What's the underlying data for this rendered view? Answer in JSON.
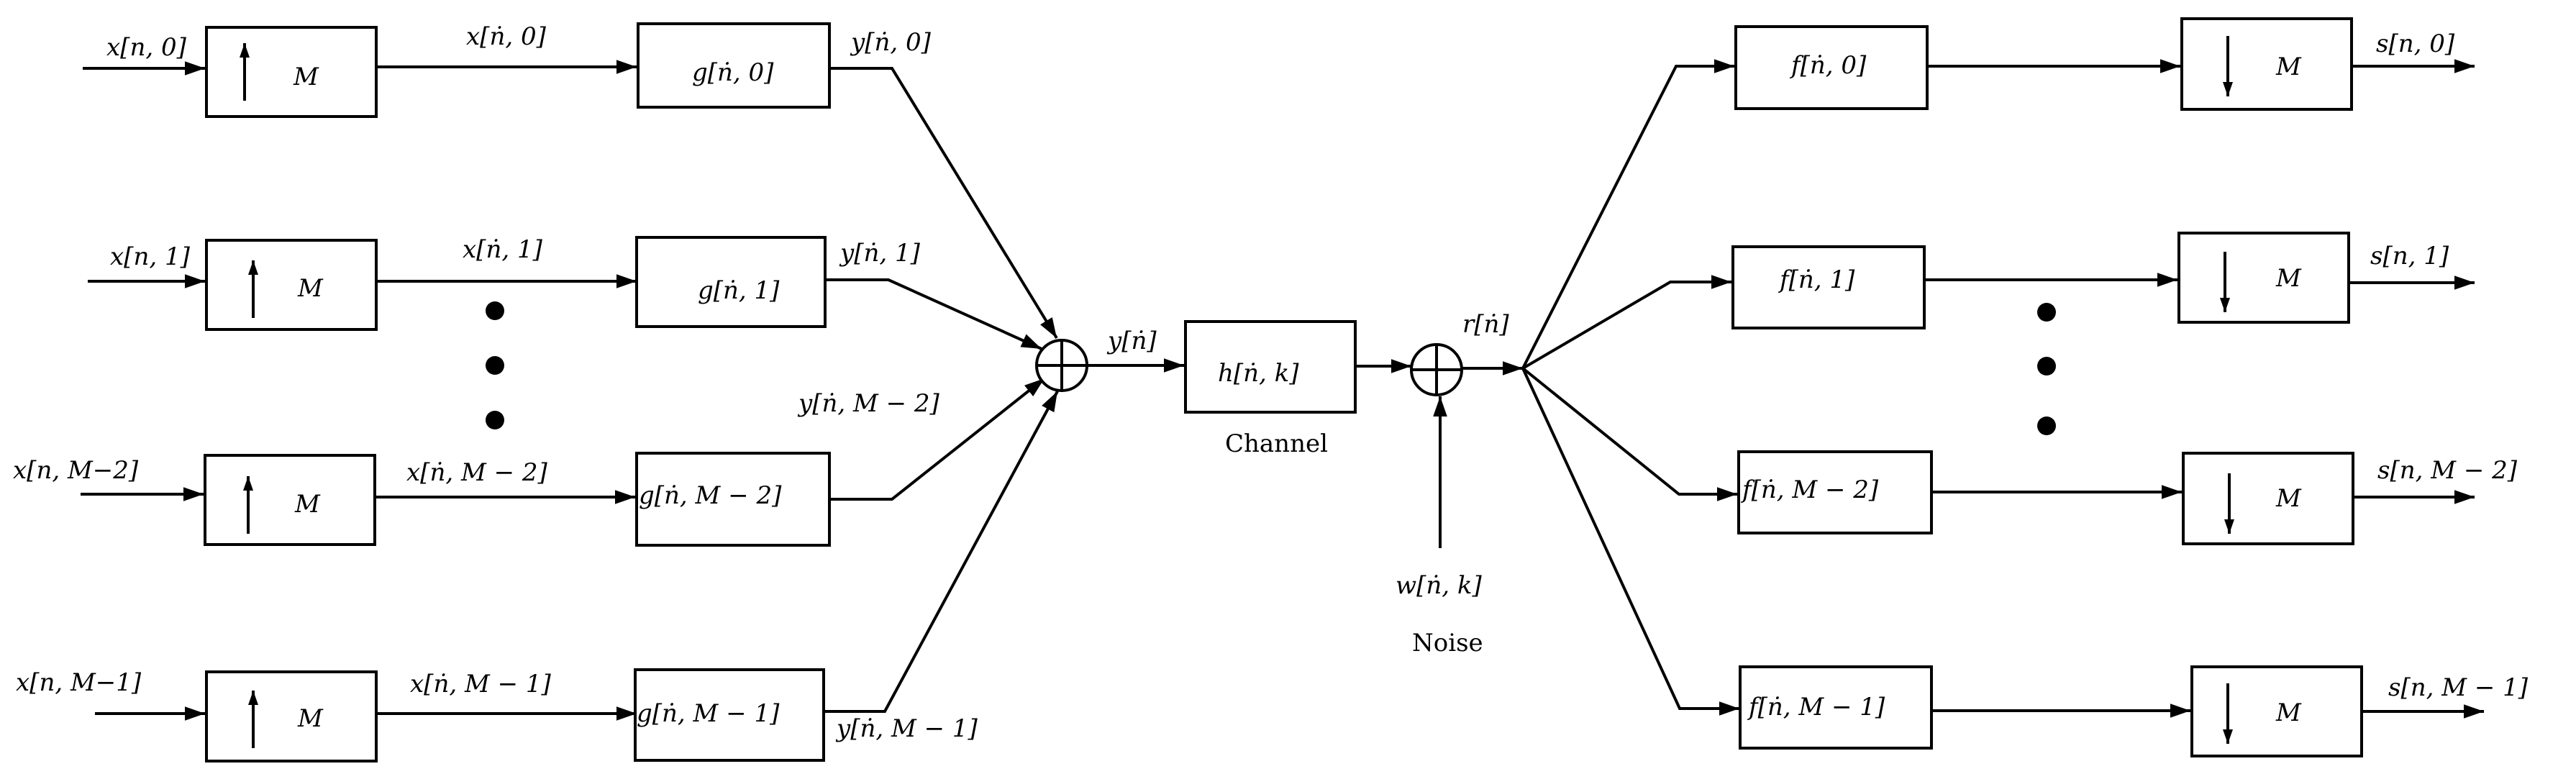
{
  "up_branches": [
    {
      "input": "x[n, 0]",
      "mid": "x[ṅ, 0]",
      "filter": "g[ṅ, 0]",
      "output": "y[ṅ, 0]"
    },
    {
      "input": "x[n, 1]",
      "mid": "x[ṅ, 1]",
      "filter": "g[ṅ, 1]",
      "output": "y[ṅ, 1]"
    },
    {
      "input": "x[n, M−2]",
      "mid": "x[ṅ, M − 2]",
      "filter": "g[ṅ, M − 2]",
      "output": "y[ṅ, M − 2]"
    },
    {
      "input": "x[n, M−1]",
      "mid": "x[ṅ, M − 1]",
      "filter": "g[ṅ, M − 1]",
      "output": "y[ṅ, M − 1]"
    }
  ],
  "upsampler_label": "M",
  "downsampler_label": "M",
  "sum_output_label": "y[ṅ]",
  "channel": {
    "block": "h[ṅ, k]",
    "caption": "Channel"
  },
  "noise": {
    "signal": "w[ṅ, k]",
    "caption": "Noise"
  },
  "received_label": "r[ṅ]",
  "down_branches": [
    {
      "filter": "f[ṅ, 0]",
      "output": "s[n, 0]"
    },
    {
      "filter": "f[ṅ, 1]",
      "output": "s[n, 1]"
    },
    {
      "filter": "f[ṅ, M − 2]",
      "output": "s[n, M − 2]"
    },
    {
      "filter": "f[ṅ, M − 1]",
      "output": "s[n, M − 1]"
    }
  ]
}
